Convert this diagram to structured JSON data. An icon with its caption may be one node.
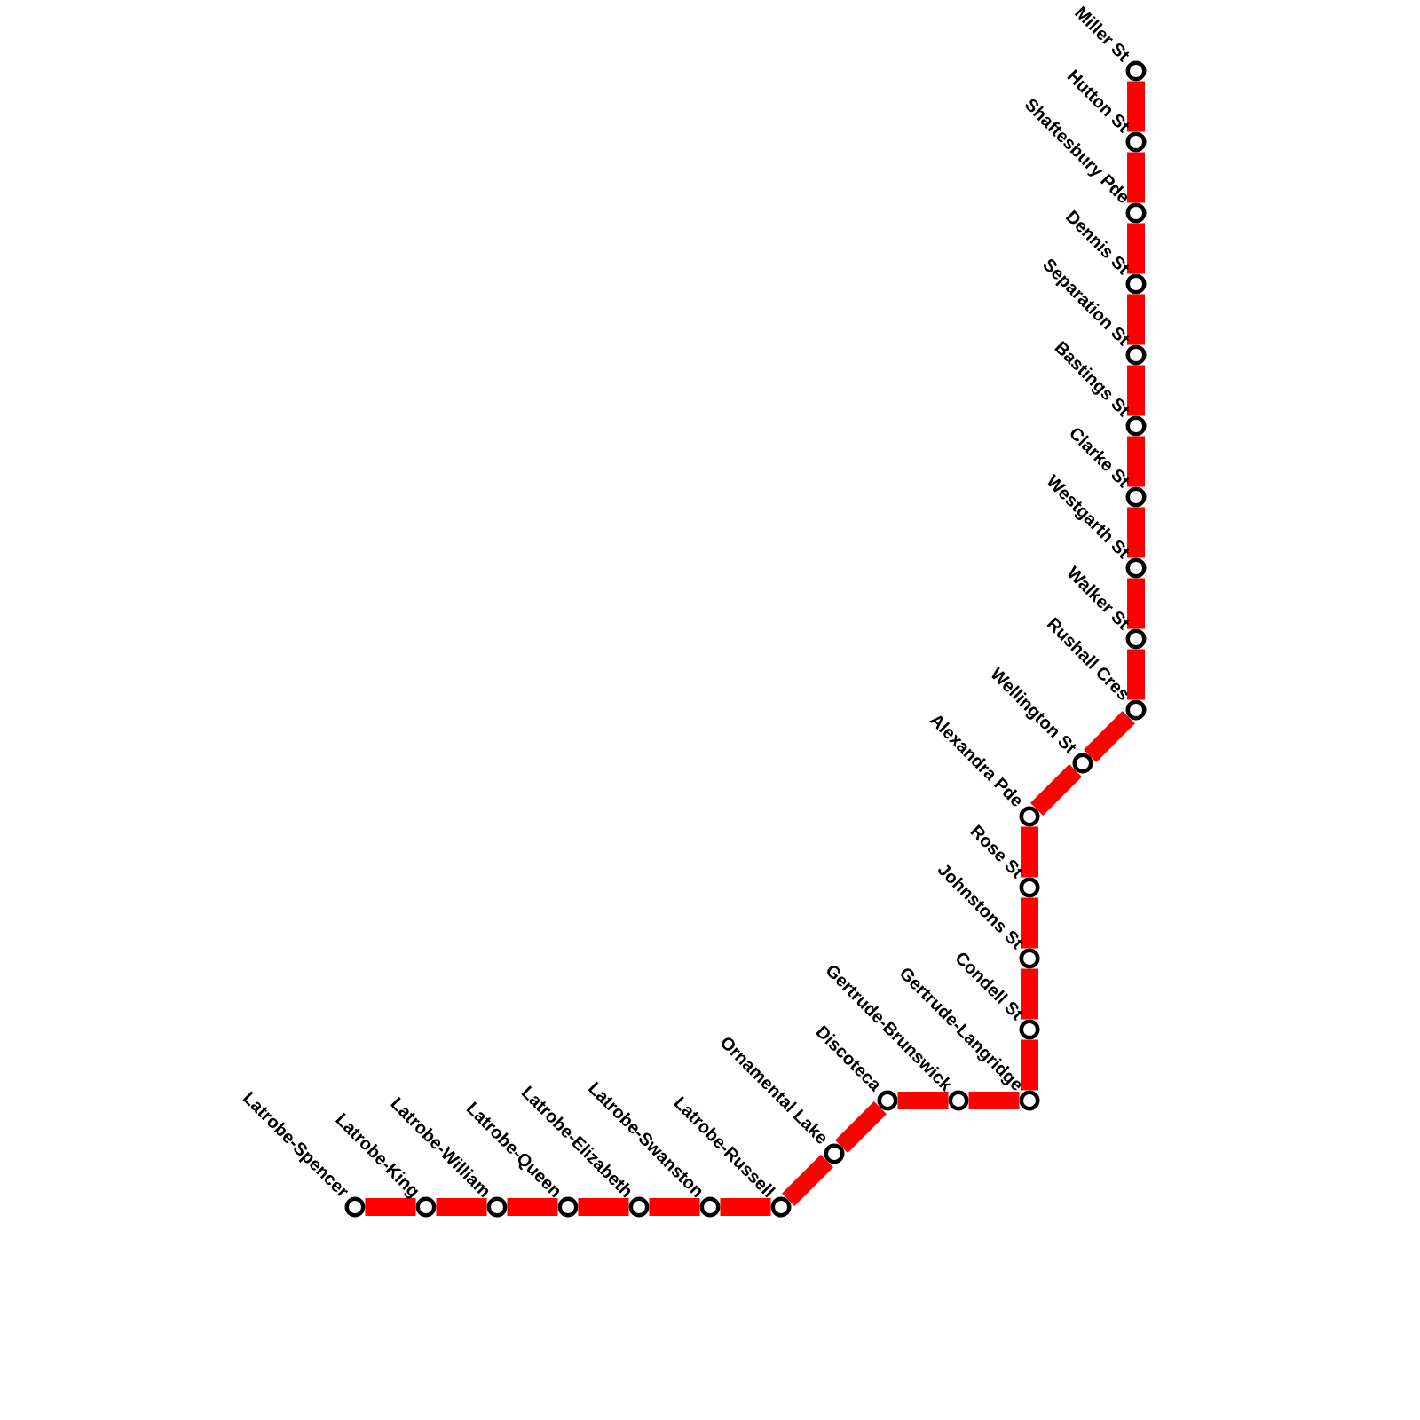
{
  "diagram": {
    "nodes": [
      {
        "text": [],
        "shape": "circle",
        "beside": [
          "Miller St"
        ]
      },
      {
        "text": [],
        "shape": "circle",
        "beside": [
          "Hutton St"
        ]
      },
      {
        "text": [],
        "shape": "circle",
        "beside": [
          "Shaftesbury Pde"
        ]
      },
      {
        "text": [],
        "shape": "circle",
        "beside": [
          "Dennis St"
        ]
      },
      {
        "text": [],
        "shape": "circle",
        "beside": [
          "Separation St"
        ]
      },
      {
        "text": [],
        "shape": "circle",
        "beside": [
          "Bastings St"
        ]
      },
      {
        "text": [],
        "shape": "circle",
        "beside": [
          "Clarke St"
        ]
      },
      {
        "text": [],
        "shape": "circle",
        "beside": [
          "Westgarth St"
        ]
      },
      {
        "text": [],
        "shape": "circle",
        "beside": [
          "Walker St"
        ]
      },
      {
        "text": [],
        "shape": "circle",
        "beside": [
          "Rushall Cres"
        ]
      },
      {
        "text": [],
        "shape": "circle",
        "beside": [
          "Wellington St"
        ]
      },
      {
        "text": [],
        "shape": "circle",
        "beside": [
          "Alexandra Pde"
        ]
      },
      {
        "text": [],
        "shape": "circle",
        "beside": [
          "Rose St"
        ]
      },
      {
        "text": [],
        "shape": "circle",
        "beside": [
          "Johnstons St"
        ]
      },
      {
        "text": [],
        "shape": "circle",
        "beside": [
          "Condell St"
        ]
      },
      {
        "text": [],
        "shape": "circle",
        "beside": [
          "Gertrude-Langridge"
        ]
      },
      {
        "text": [],
        "shape": "circle",
        "beside": [
          "Gertrude-Brunswick"
        ]
      },
      {
        "text": [],
        "shape": "circle",
        "beside": [
          "Discoteca"
        ]
      },
      {
        "text": [],
        "shape": "circle",
        "beside": [
          "Ornamental Lake"
        ]
      },
      {
        "text": [],
        "shape": "circle",
        "beside": [
          "Latrobe-Russell"
        ]
      },
      {
        "text": [],
        "shape": "circle",
        "beside": [
          "Latrobe-Swanston"
        ]
      },
      {
        "text": [],
        "shape": "circle",
        "beside": [
          "Latrobe-Elizabeth"
        ]
      },
      {
        "text": [],
        "shape": "circle",
        "beside": [
          "Latrobe-Queen"
        ]
      },
      {
        "text": [],
        "shape": "circle",
        "beside": [
          "Latrobe-William"
        ]
      },
      {
        "text": [],
        "shape": "circle",
        "beside": [
          "Latrobe-King"
        ]
      },
      {
        "text": [],
        "shape": "circle",
        "beside": [
          "Latrobe-Spencer"
        ]
      }
    ],
    "edges": [
      {
        "from": 0,
        "to": 1,
        "arrow": "none"
      },
      {
        "from": 1,
        "to": 2,
        "arrow": "none"
      },
      {
        "from": 2,
        "to": 3,
        "arrow": "none"
      },
      {
        "from": 3,
        "to": 4,
        "arrow": "none"
      },
      {
        "from": 4,
        "to": 5,
        "arrow": "none"
      },
      {
        "from": 5,
        "to": 6,
        "arrow": "none"
      },
      {
        "from": 6,
        "to": 7,
        "arrow": "none"
      },
      {
        "from": 7,
        "to": 8,
        "arrow": "none"
      },
      {
        "from": 8,
        "to": 9,
        "arrow": "none"
      },
      {
        "from": 9,
        "to": 10,
        "arrow": "none"
      },
      {
        "from": 10,
        "to": 11,
        "arrow": "none"
      },
      {
        "from": 11,
        "to": 12,
        "arrow": "none"
      },
      {
        "from": 12,
        "to": 13,
        "arrow": "none"
      },
      {
        "from": 13,
        "to": 14,
        "arrow": "none"
      },
      {
        "from": 14,
        "to": 15,
        "arrow": "none"
      },
      {
        "from": 15,
        "to": 16,
        "arrow": "none"
      },
      {
        "from": 16,
        "to": 17,
        "arrow": "none"
      },
      {
        "from": 17,
        "to": 18,
        "arrow": "none"
      },
      {
        "from": 18,
        "to": 19,
        "arrow": "none"
      },
      {
        "from": 19,
        "to": 20,
        "arrow": "none"
      },
      {
        "from": 20,
        "to": 21,
        "arrow": "none"
      },
      {
        "from": 21,
        "to": 22,
        "arrow": "none"
      },
      {
        "from": 22,
        "to": 23,
        "arrow": "none"
      },
      {
        "from": 23,
        "to": 24,
        "arrow": "none"
      },
      {
        "from": 24,
        "to": 25,
        "arrow": "none"
      }
    ]
  }
}
